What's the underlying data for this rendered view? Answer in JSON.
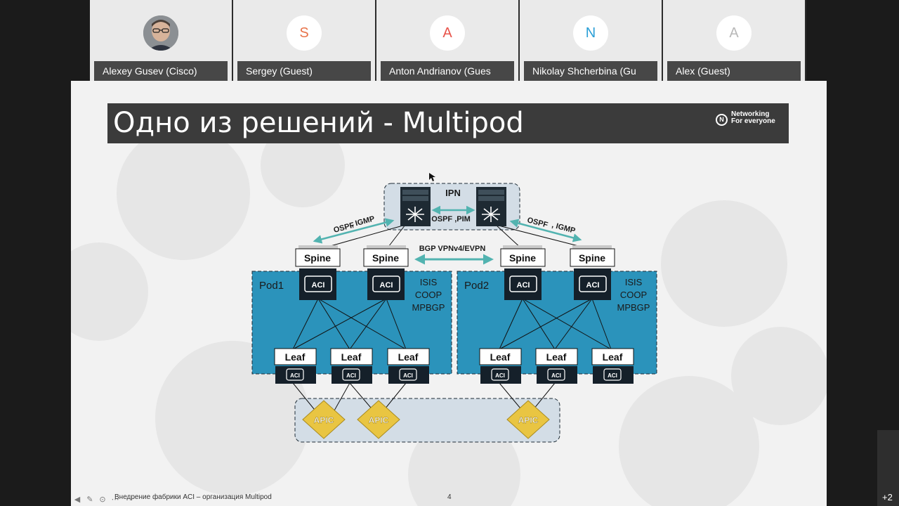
{
  "participants": [
    {
      "name": "Alexey Gusev (Cisco)",
      "initial": "",
      "has_photo": true
    },
    {
      "name": "Sergey (Guest)",
      "initial": "S",
      "color": "#e8734a"
    },
    {
      "name": "Anton Andrianov (Gues",
      "initial": "A",
      "color": "#e8534a"
    },
    {
      "name": "Nikolay Shcherbina (Gu",
      "initial": "N",
      "color": "#2a9fd6"
    },
    {
      "name": "Alex (Guest)",
      "initial": "A",
      "color": "#b8b8b8"
    }
  ],
  "slide": {
    "title": "Одно из решений - Multipod",
    "brand_line1": "Networking",
    "brand_line2": "For everyone",
    "brand_badge": "N",
    "footer": "Внедрение фабрики ACI – организация Multipod",
    "page": "4"
  },
  "diagram": {
    "ipn_label": "IPN",
    "ipn_link_label": "OSPF ,PIM",
    "left_uplink_label_a": "OSPF",
    "left_uplink_label_b": ", IGMP",
    "right_uplink_label_a": "OSPF",
    "right_uplink_label_b": ", IGMP",
    "interpod_label": "BGP VPNv4/EVPN",
    "spine_label": "Spine",
    "leaf_label": "Leaf",
    "aci_label": "ACI",
    "apic_label": "APIC",
    "pod1_label": "Pod1",
    "pod2_label": "Pod2",
    "pod_protocols": [
      "ISIS",
      "COOP",
      "MPBGP"
    ]
  },
  "overflow_count": "+2",
  "colors": {
    "pod_fill": "#2b93bb",
    "ipn_fill": "#d3dde6",
    "link_teal": "#52b3b0",
    "apic_gold": "#e9c542",
    "title_bar": "#3b3b3b"
  }
}
